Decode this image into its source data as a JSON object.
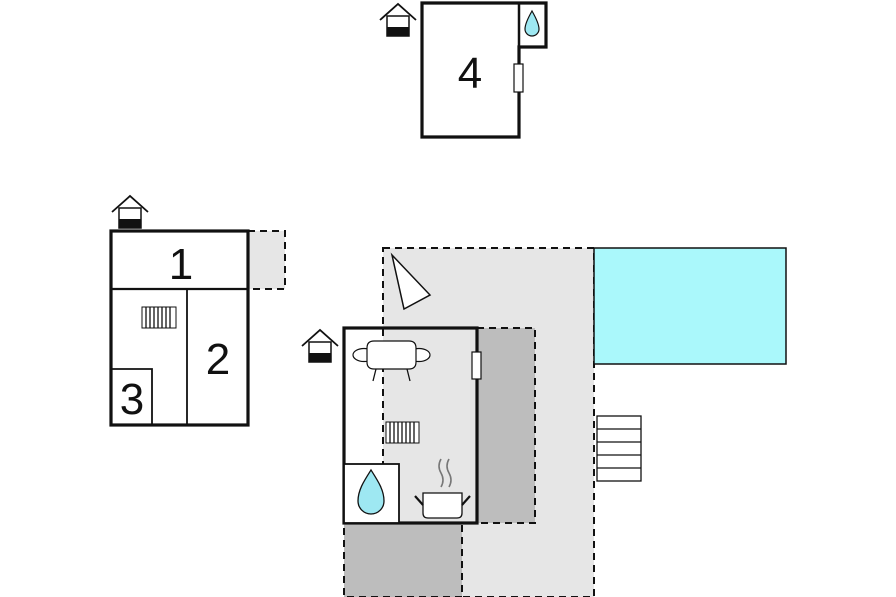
{
  "plan": {
    "rooms": [
      {
        "number": "1"
      },
      {
        "number": "2"
      },
      {
        "number": "3"
      },
      {
        "number": "4"
      }
    ]
  },
  "colors": {
    "terrace_light": "#e6e6e6",
    "terrace_dark": "#bdbdbd",
    "pool": "#aaf8fb",
    "water": "#9ee8f2",
    "wall": "#111111"
  },
  "icons": [
    "entrance-house-icon",
    "water-drop-icon",
    "radiator-icon",
    "sofa-icon",
    "cooking-pot-icon",
    "window-icon",
    "stairs-icon",
    "sun-lounger-icon"
  ]
}
